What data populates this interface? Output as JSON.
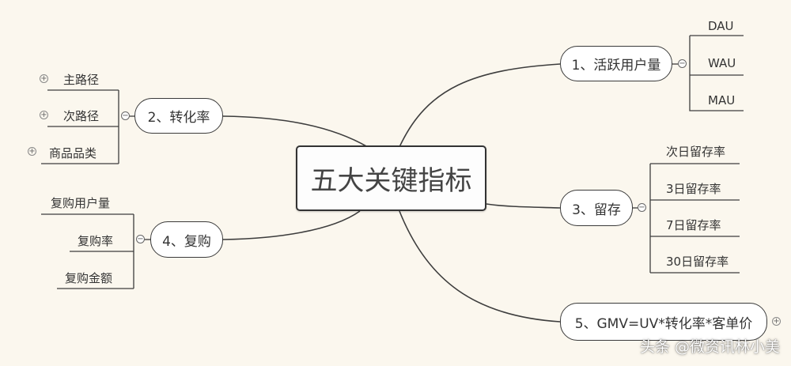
{
  "center": "五大关键指标",
  "branches": {
    "b1": {
      "label": "1、活跃用户量",
      "leaves": [
        "DAU",
        "WAU",
        "MAU"
      ]
    },
    "b2": {
      "label": "2、转化率",
      "leaves": [
        "主路径",
        "次路径",
        "商品品类"
      ]
    },
    "b3": {
      "label": "3、留存",
      "leaves": [
        "次日留存率",
        "3日留存率",
        "7日留存率",
        "30日留存率"
      ]
    },
    "b4": {
      "label": "4、复购",
      "leaves": [
        "复购用户量",
        "复购率",
        "复购金额"
      ]
    },
    "b5": {
      "label": "5、GMV=UV*转化率*客单价"
    }
  },
  "watermark": "头条 @微资讯林小美"
}
